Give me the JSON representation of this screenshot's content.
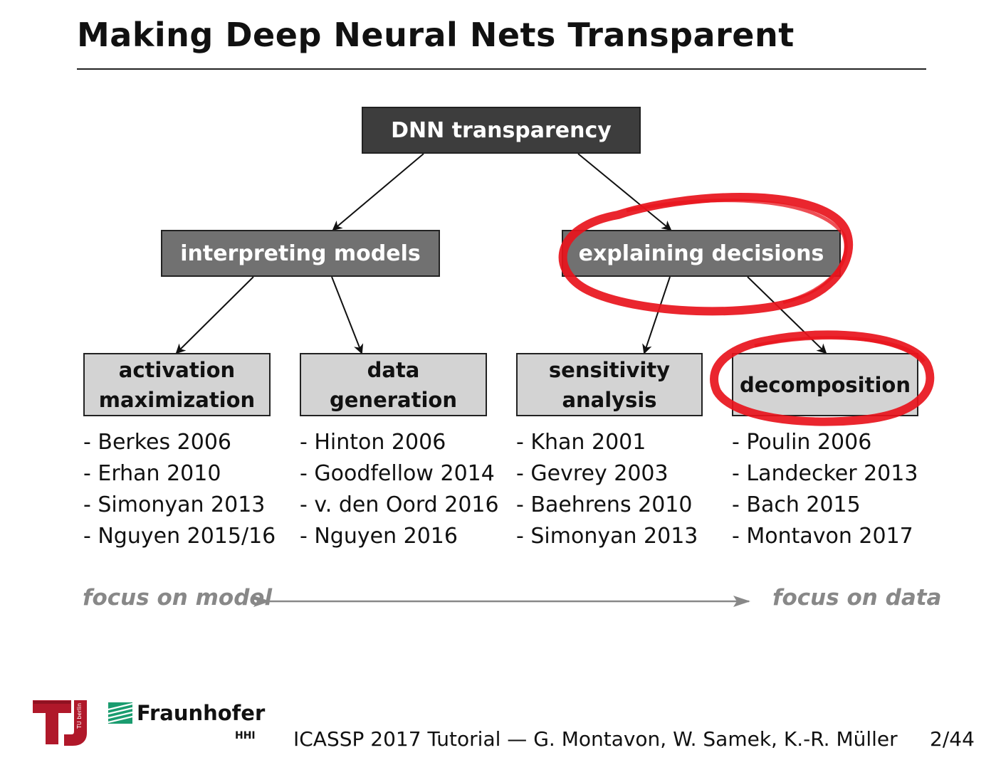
{
  "slide": {
    "title": "Making Deep Neural Nets Transparent"
  },
  "diagram": {
    "root": "DNN transparency",
    "branches": {
      "left": "interpreting models",
      "right": "explaining decisions"
    },
    "leaves": [
      {
        "label_line1": "activation",
        "label_line2": "maximization",
        "refs": [
          "- Berkes 2006",
          "- Erhan 2010",
          "- Simonyan 2013",
          "- Nguyen 2015/16"
        ]
      },
      {
        "label_line1": "data",
        "label_line2": "generation",
        "refs": [
          "- Hinton 2006",
          "- Goodfellow 2014",
          "- v. den Oord 2016",
          "- Nguyen 2016"
        ]
      },
      {
        "label_line1": "sensitivity",
        "label_line2": "analysis",
        "refs": [
          "- Khan 2001",
          "- Gevrey 2003",
          "- Baehrens 2010",
          "- Simonyan 2013"
        ]
      },
      {
        "label_line1": "decomposition",
        "label_line2": "",
        "refs": [
          "- Poulin 2006",
          "- Landecker 2013",
          "- Bach 2015",
          "- Montavon 2017"
        ]
      }
    ],
    "axis": {
      "left_label": "focus on model",
      "right_label": "focus on data"
    },
    "highlight_color": "#e8141c"
  },
  "footer": {
    "logo_tu": "TU berlin",
    "logo_fraunhofer": "Fraunhofer",
    "logo_hhi": "HHI",
    "citation": "ICASSP 2017 Tutorial — G. Montavon, W. Samek, K.-R. Müller",
    "page": "2/44"
  }
}
